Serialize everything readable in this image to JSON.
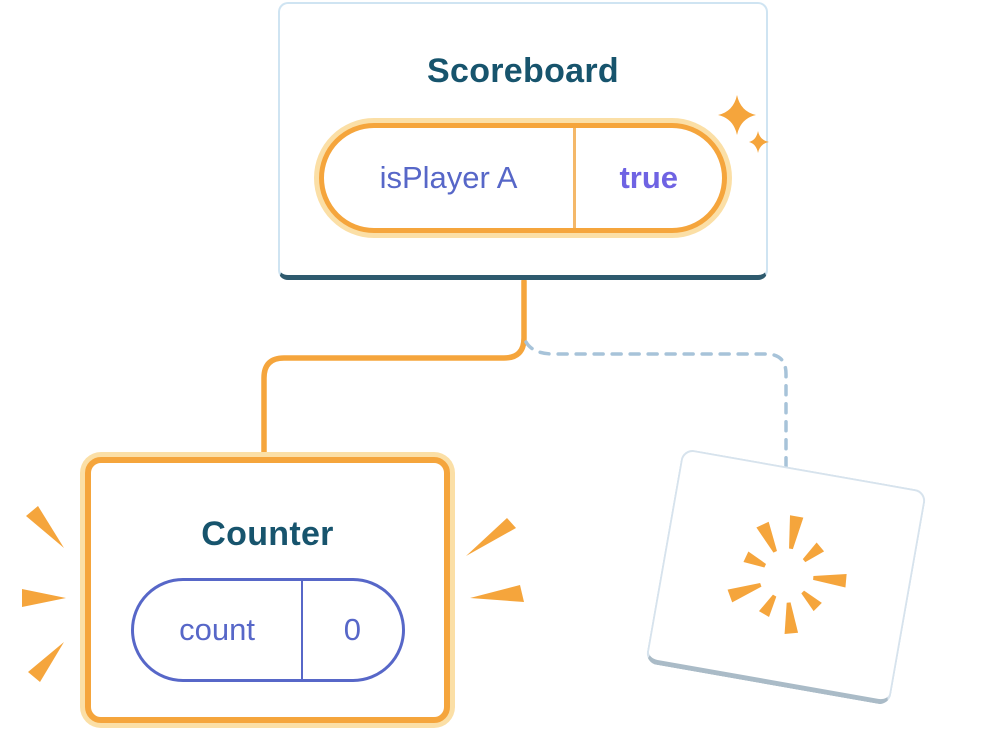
{
  "diagram": {
    "scoreboard": {
      "title": "Scoreboard",
      "state": {
        "key": "isPlayer A",
        "value": "true"
      }
    },
    "counter": {
      "title": "Counter",
      "state": {
        "key": "count",
        "value": "0"
      }
    }
  },
  "icons": {
    "sparkle": "sparkle-icon",
    "burst": "burst-icon",
    "emphasis_rays": "emphasis-rays-icon"
  },
  "colors": {
    "background": "#FFFFFF",
    "orange": "#F5A53C",
    "orange_glow": "#FBDFA6",
    "orange_soft": "#F4B869",
    "title_blue": "#17546D",
    "state_blue": "#5767C8",
    "value_purple": "#6F63E3",
    "card_border": "#CFE4F2",
    "card_edge": "#2E5A6E",
    "dashed_blue": "#A7C3D9",
    "destroyed_border": "#D7E3ED",
    "destroyed_edge": "#AABBC7"
  }
}
